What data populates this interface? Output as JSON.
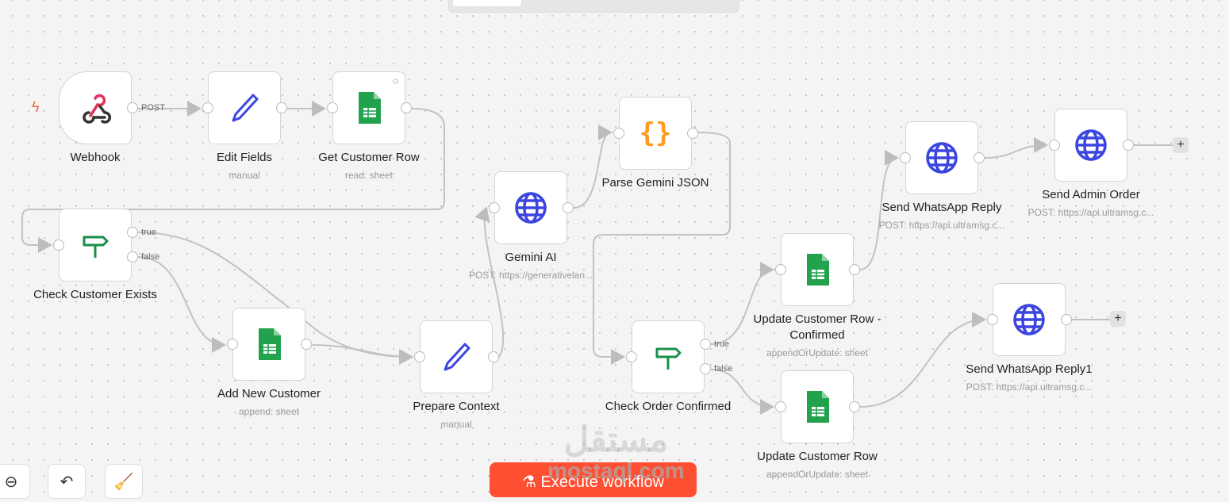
{
  "toolbar": {
    "tab_label": ""
  },
  "nodes": [
    {
      "id": "webhook",
      "title": "Webhook",
      "subtitle": "",
      "icon": "webhook-icon"
    },
    {
      "id": "edit-fields",
      "title": "Edit Fields",
      "subtitle": "manual",
      "icon": "pencil-icon"
    },
    {
      "id": "get-customer-row",
      "title": "Get Customer Row",
      "subtitle": "read: sheet",
      "icon": "google-sheets-icon"
    },
    {
      "id": "check-customer-exists",
      "title": "Check Customer Exists",
      "subtitle": "",
      "icon": "signpost-icon"
    },
    {
      "id": "add-new-customer",
      "title": "Add New Customer",
      "subtitle": "append: sheet",
      "icon": "google-sheets-icon"
    },
    {
      "id": "prepare-context",
      "title": "Prepare Context",
      "subtitle": "manual",
      "icon": "pencil-icon"
    },
    {
      "id": "gemini-ai",
      "title": "Gemini AI",
      "subtitle": "POST: https://generativelan...",
      "icon": "globe-icon"
    },
    {
      "id": "parse-gemini-json",
      "title": "Parse Gemini JSON",
      "subtitle": "",
      "icon": "braces-icon"
    },
    {
      "id": "check-order-confirmed",
      "title": "Check Order Confirmed",
      "subtitle": "",
      "icon": "signpost-icon"
    },
    {
      "id": "update-customer-row-confirmed",
      "title": "Update Customer Row - Confirmed",
      "subtitle": "appendOrUpdate: sheet",
      "icon": "google-sheets-icon"
    },
    {
      "id": "update-customer-row",
      "title": "Update Customer Row",
      "subtitle": "appendOrUpdate: sheet",
      "icon": "google-sheets-icon"
    },
    {
      "id": "send-whatsapp-reply",
      "title": "Send WhatsApp Reply",
      "subtitle": "POST: https://api.ultramsg.c...",
      "icon": "globe-icon"
    },
    {
      "id": "send-admin-order",
      "title": "Send Admin Order",
      "subtitle": "POST: https://api.ultramsg.c...",
      "icon": "globe-icon"
    },
    {
      "id": "send-whatsapp-reply1",
      "title": "Send WhatsApp Reply1",
      "subtitle": "POST: https://api.ultramsg.c...",
      "icon": "globe-icon"
    }
  ],
  "edge_labels": {
    "post": "POST",
    "true": "true",
    "false": "false"
  },
  "controls": {
    "zoom_out": "zoom-out-icon",
    "undo": "undo-icon",
    "tidy": "broom-icon"
  },
  "execute_button": "Execute workflow",
  "watermark": {
    "arabic": "مستقل",
    "latin": "mostaql.com"
  },
  "colors": {
    "execute": "#ff4f33",
    "globe": "#3b45e0",
    "sheets": "#23a24d",
    "braces": "#ff9b1f",
    "signpost": "#1a8f4a",
    "webhook": "#e8305a"
  }
}
